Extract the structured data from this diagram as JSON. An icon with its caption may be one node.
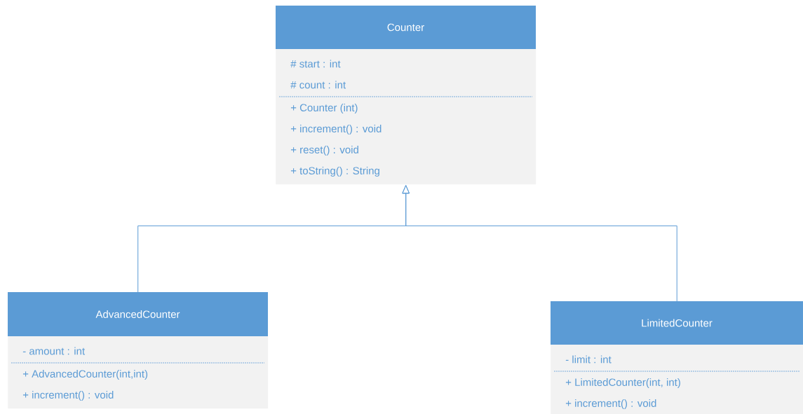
{
  "diagram": {
    "nodes": [
      {
        "text": [
          "Counter",
          "# start : int",
          "# count : int",
          "+ Counter (int)",
          "+ increment() : void",
          "+ reset() : void",
          "+ toString() : String"
        ]
      },
      {
        "text": [
          "AdvancedCounter",
          "- amount : int",
          "+ AdvancedCounter(int,int)",
          "+ increment() : void"
        ]
      },
      {
        "text": [
          "LimitedCounter",
          "- limit : int",
          "+ LimitedCounter(int, int)",
          "+ increment() : void"
        ]
      }
    ],
    "edges": [
      {
        "from": 1,
        "to": 0,
        "arrow": "to"
      },
      {
        "from": 2,
        "to": 0,
        "arrow": "to"
      }
    ]
  }
}
